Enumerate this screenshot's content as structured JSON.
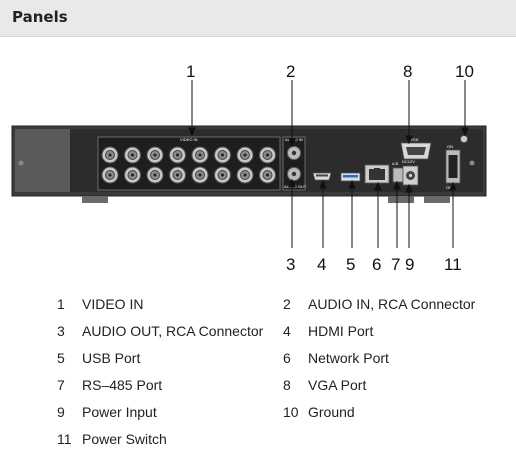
{
  "header": {
    "title": "Panels"
  },
  "diagram": {
    "top_callouts": [
      "1",
      "2",
      "8",
      "10"
    ],
    "bottom_callouts": [
      "3",
      "4",
      "5",
      "6",
      "7",
      "9",
      "11"
    ],
    "panel_labels": {
      "video_in": "VIDEO IN",
      "audio_in": "AUDIO IN",
      "audio_out": "AUDIO OUT",
      "vga": "VGA",
      "power": "DC12V",
      "rs485": "A B",
      "switch_on": "ON",
      "switch_off": "OFF"
    }
  },
  "legend": [
    {
      "num": "1",
      "label": "VIDEO IN"
    },
    {
      "num": "2",
      "label": "AUDIO IN, RCA Connector"
    },
    {
      "num": "3",
      "label": "AUDIO OUT, RCA Connector"
    },
    {
      "num": "4",
      "label": "HDMI Port"
    },
    {
      "num": "5",
      "label": "USB Port"
    },
    {
      "num": "6",
      "label": "Network Port"
    },
    {
      "num": "7",
      "label": "RS–485 Port"
    },
    {
      "num": "8",
      "label": "VGA Port"
    },
    {
      "num": "9",
      "label": "Power Input"
    },
    {
      "num": "10",
      "label": "Ground"
    },
    {
      "num": "11",
      "label": "Power Switch"
    }
  ]
}
